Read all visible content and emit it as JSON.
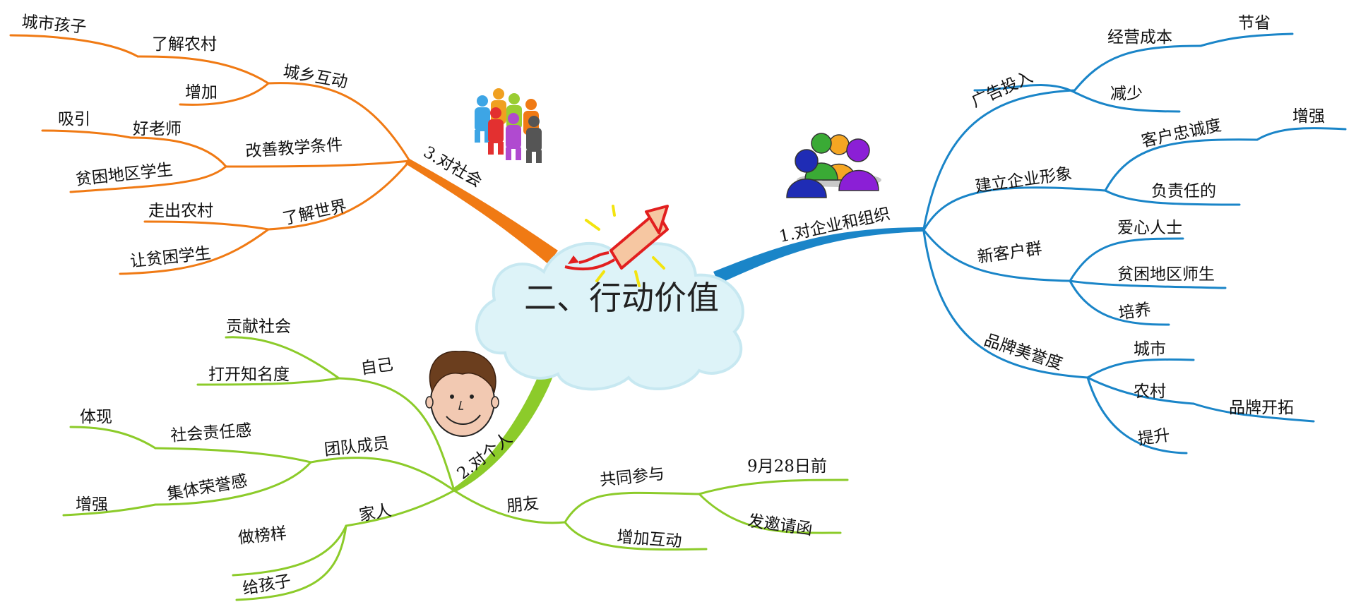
{
  "center": {
    "title": "二、行动价值"
  },
  "colors": {
    "enterprise": "#1A85C8",
    "society": "#F07A14",
    "personal": "#8CCB2A",
    "cloud": "#DDF3F8"
  },
  "branches": {
    "enterprise": {
      "label": "1.对企业和组织",
      "ad": {
        "label": "广告投入",
        "cost": "经营成本",
        "save": "节省",
        "reduce": "减少"
      },
      "image": {
        "label": "建立企业形象",
        "loyalty": "客户忠诚度",
        "strengthen": "增强",
        "responsible": "负责任的"
      },
      "customers": {
        "label": "新客户群",
        "caring": "爱心人士",
        "teachers": "贫困地区师生",
        "cultivate": "培养"
      },
      "brand": {
        "label": "品牌美誉度",
        "city": "城市",
        "rural": "农村",
        "expand": "品牌开拓",
        "improve": "提升"
      }
    },
    "society": {
      "label": "3.对社会",
      "urbanRural": {
        "label": "城乡互动",
        "cityKids": "城市孩子",
        "knowRural": "了解农村",
        "increase": "增加"
      },
      "teaching": {
        "label": "改善教学条件",
        "attract": "吸引",
        "goodTeachers": "好老师",
        "poorStudents": "贫困地区学生"
      },
      "world": {
        "label": "了解世界",
        "leaveVillage": "走出农村",
        "letPoorStudents": "让贫困学生"
      }
    },
    "personal": {
      "label": "2.对个人",
      "self": {
        "label": "自己",
        "contribute": "贡献社会",
        "fame": "打开知名度"
      },
      "team": {
        "label": "团队成员",
        "responsibility": "社会责任感",
        "embody": "体现",
        "honor": "集体荣誉感",
        "strengthen": "增强"
      },
      "family": {
        "label": "家人",
        "example": "做榜样",
        "toKids": "给孩子"
      },
      "friends": {
        "label": "朋友",
        "participate": "共同参与",
        "before": "9月28日前",
        "invite": "发邀请函",
        "interact": "增加互动"
      }
    }
  }
}
